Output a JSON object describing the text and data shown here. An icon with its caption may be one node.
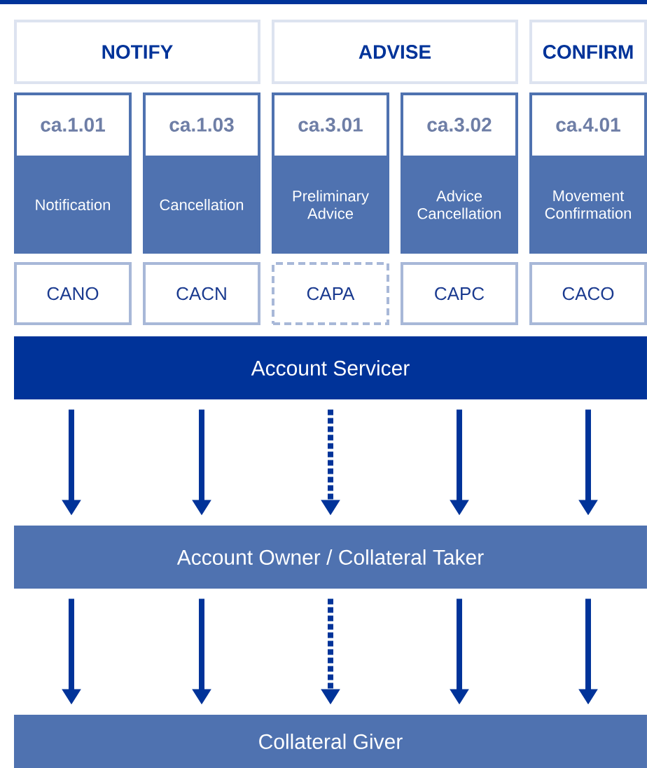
{
  "diagram": {
    "nodes": [
      {
        "text": [
          "NOTIFY"
        ]
      },
      {
        "text": [
          "ADVISE"
        ]
      },
      {
        "text": [
          "CONFIRM"
        ]
      },
      {
        "text": [
          "ca.1.01",
          "Notification"
        ]
      },
      {
        "text": [
          "ca.1.03",
          "Cancellation"
        ]
      },
      {
        "text": [
          "ca.3.01",
          "Preliminary Advice"
        ]
      },
      {
        "text": [
          "ca.3.02",
          "Advice Cancellation"
        ]
      },
      {
        "text": [
          "ca.4.01",
          "Movement Confirmation"
        ]
      },
      {
        "text": [
          "CANO"
        ]
      },
      {
        "text": [
          "CACN"
        ]
      },
      {
        "text": [
          "CAPA"
        ]
      },
      {
        "text": [
          "CAPC"
        ]
      },
      {
        "text": [
          "CACO"
        ]
      },
      {
        "text": [
          "Account Servicer"
        ]
      },
      {
        "text": [
          "Account Owner / Collateral Taker"
        ]
      },
      {
        "text": [
          "Collateral Giver"
        ]
      }
    ],
    "edges": [
      {
        "from": 13,
        "to": 14,
        "arrow": "to"
      },
      {
        "from": 13,
        "to": 14,
        "arrow": "to"
      },
      {
        "from": 13,
        "to": 14,
        "arrow": "to",
        "style": "dashed"
      },
      {
        "from": 13,
        "to": 14,
        "arrow": "to"
      },
      {
        "from": 13,
        "to": 14,
        "arrow": "to"
      },
      {
        "from": 14,
        "to": 15,
        "arrow": "to"
      },
      {
        "from": 14,
        "to": 15,
        "arrow": "to"
      },
      {
        "from": 14,
        "to": 15,
        "arrow": "to",
        "style": "dashed"
      },
      {
        "from": 14,
        "to": 15,
        "arrow": "to"
      },
      {
        "from": 14,
        "to": 15,
        "arrow": "to"
      }
    ]
  }
}
